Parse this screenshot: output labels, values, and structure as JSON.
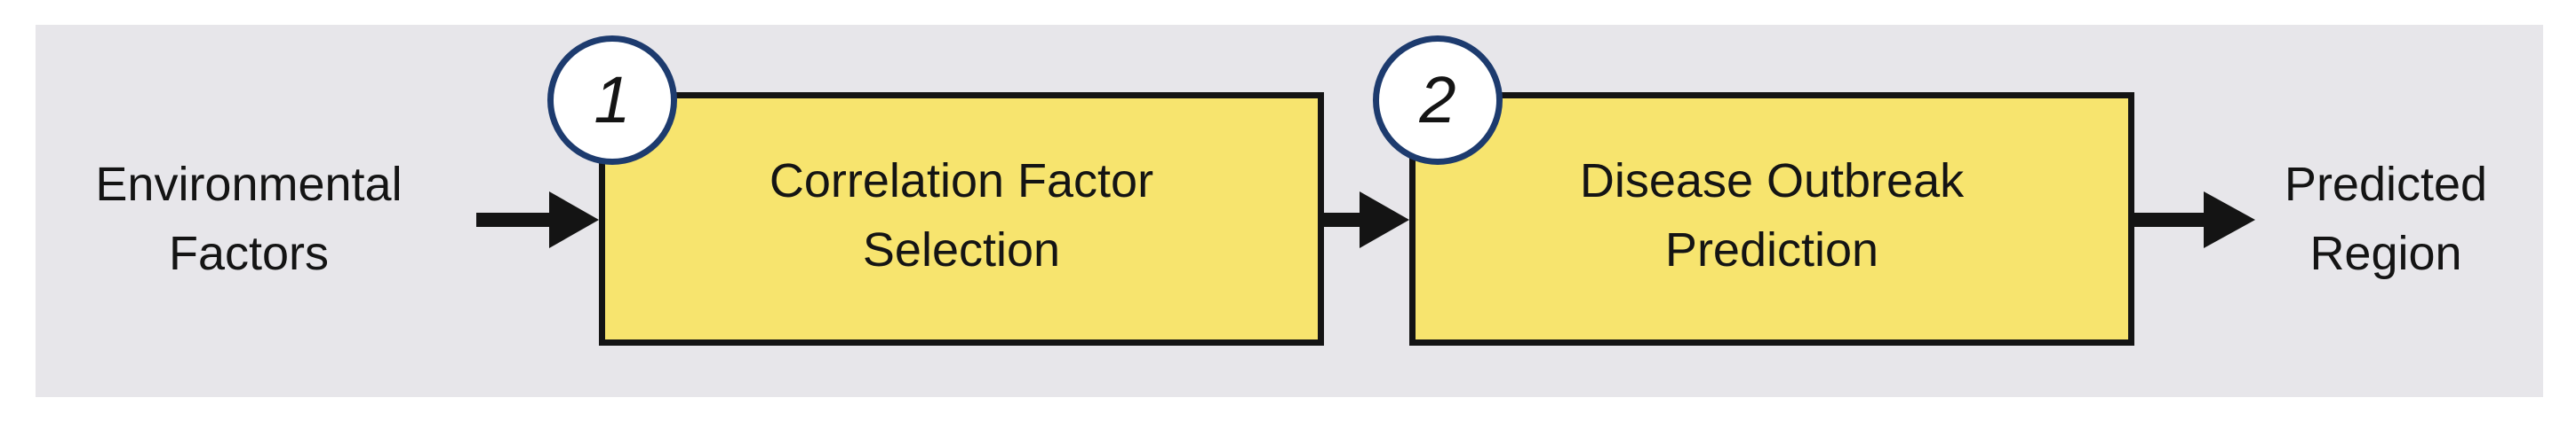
{
  "diagram": {
    "input_label": "Environmental\nFactors",
    "steps": [
      {
        "number": "1",
        "label": "Correlation Factor\nSelection"
      },
      {
        "number": "2",
        "label": "Disease Outbreak\nPrediction"
      }
    ],
    "output_label": "Predicted\nRegion"
  },
  "colors": {
    "background_panel": "#e7e6ea",
    "box_fill": "#f7e46e",
    "badge_border": "#1d3b6e",
    "stroke": "#141414"
  }
}
